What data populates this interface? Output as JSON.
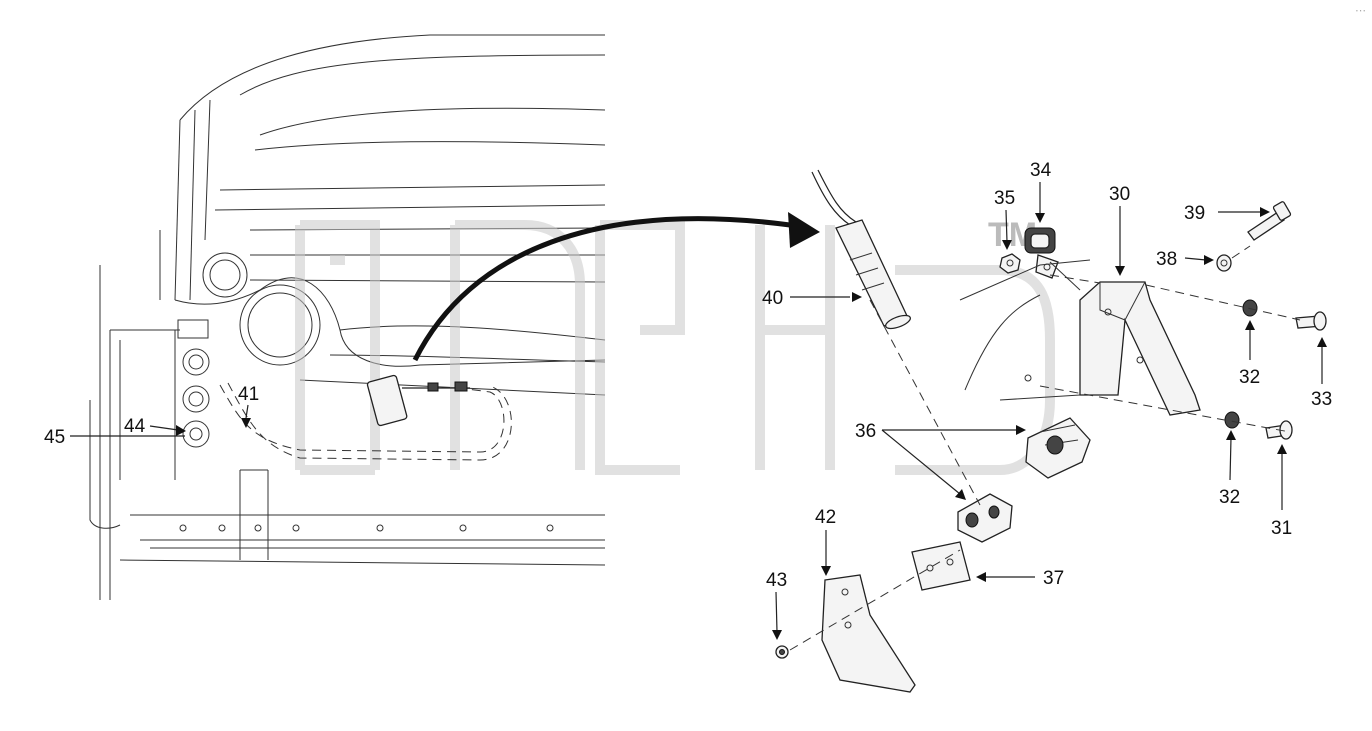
{
  "callouts": {
    "c30": "30",
    "c31": "31",
    "c32a": "32",
    "c32b": "32",
    "c33": "33",
    "c34": "34",
    "c35": "35",
    "c36": "36",
    "c37": "37",
    "c38": "38",
    "c39": "39",
    "c40": "40",
    "c41": "41",
    "c42": "42",
    "c43": "43",
    "c44": "44",
    "c45": "45"
  },
  "watermark": {
    "tm": "TM"
  },
  "colors": {
    "line": "#222222",
    "watermark": "#c8c8c8",
    "background": "#ffffff"
  },
  "icons": {
    "corner": "expand-dots-icon"
  }
}
